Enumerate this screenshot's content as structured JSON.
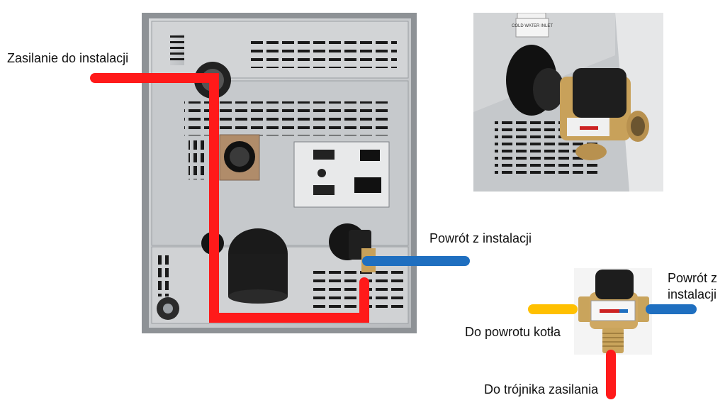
{
  "labels": {
    "supply": "Zasilanie do instalacji",
    "return_main": "Powrót z instalacji",
    "return_right_line1": "Powrót z",
    "return_right_line2": "instalacji",
    "boiler_return": "Do powrotu kotła",
    "supply_tee": "Do trójnika zasilania"
  },
  "photo_text": {
    "cold_water_inlet": "COLD WATER INLET"
  },
  "colors": {
    "supply_pipe": "#ff1a1a",
    "return_pipe": "#1f6fc0",
    "boiler_pipe": "#ffc000",
    "panel": "#c9cccf",
    "valve_body": "#c8a15a"
  },
  "icons": [
    "boiler-back-panel-photo",
    "mixing-valve-closeup-photo",
    "mixing-valve-product-photo"
  ]
}
